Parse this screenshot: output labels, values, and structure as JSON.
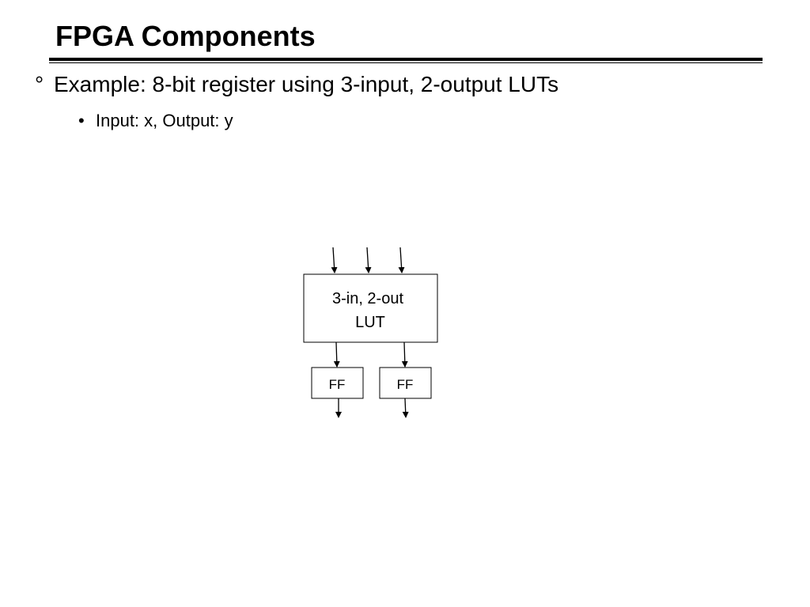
{
  "slide": {
    "title": "FPGA Components",
    "bullets": [
      {
        "marker": "°",
        "text": "Example: 8-bit register using 3-input, 2-output LUTs",
        "sub": [
          {
            "marker": "•",
            "text": "Input: x, Output: y"
          }
        ]
      }
    ]
  },
  "diagram": {
    "lut": {
      "line1": "3-in, 2-out",
      "line2": "LUT"
    },
    "flip_flops": [
      {
        "label": "FF"
      },
      {
        "label": "FF"
      }
    ]
  }
}
